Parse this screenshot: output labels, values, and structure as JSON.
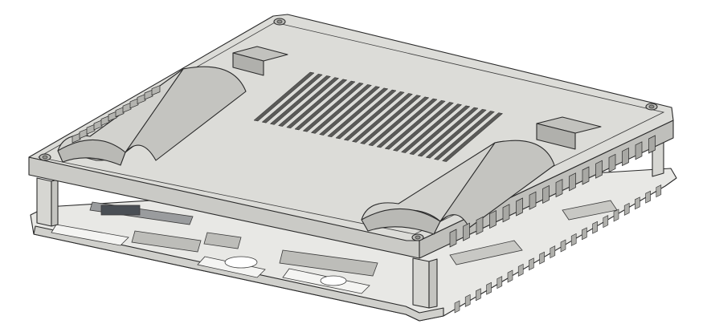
{
  "scene": {
    "subject": "mini-pc-enclosure",
    "palette": {
      "background": "#ffffff",
      "lid_top": "#dcdcd8",
      "lid_side": "#c9c9c5",
      "edge": "#2a2a2a",
      "vent": "#3a3a3a",
      "pcb": "#4a4f55",
      "shadow": "#a9a9a5"
    },
    "components": [
      "lid",
      "vent-grille",
      "rubber-foot-left",
      "rubber-foot-right",
      "corner-screw",
      "side-fins",
      "base-frame",
      "support-post",
      "circuit-board"
    ]
  }
}
